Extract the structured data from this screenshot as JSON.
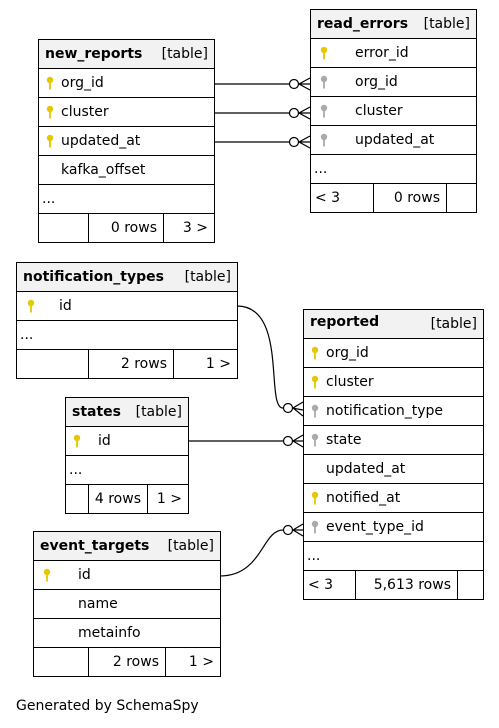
{
  "footer_text": "Generated by SchemaSpy",
  "tables": {
    "new_reports": {
      "name": "new_reports",
      "label": "[table]",
      "columns": [
        "org_id",
        "cluster",
        "updated_at",
        "kafka_offset"
      ],
      "ellipsis": "...",
      "rows": "0 rows",
      "children": "3 >"
    },
    "read_errors": {
      "name": "read_errors",
      "label": "[table]",
      "columns": [
        "error_id",
        "org_id",
        "cluster",
        "updated_at"
      ],
      "ellipsis": "...",
      "parents": "< 3",
      "rows": "0 rows"
    },
    "notification_types": {
      "name": "notification_types",
      "label": "[table]",
      "columns": [
        "id"
      ],
      "ellipsis": "...",
      "rows": "2 rows",
      "children": "1 >"
    },
    "reported": {
      "name": "reported",
      "label": "[table]",
      "columns": [
        "org_id",
        "cluster",
        "notification_type",
        "state",
        "updated_at",
        "notified_at",
        "event_type_id"
      ],
      "ellipsis": "...",
      "parents": "< 3",
      "rows": "5,613 rows"
    },
    "states": {
      "name": "states",
      "label": "[table]",
      "columns": [
        "id"
      ],
      "ellipsis": "...",
      "rows": "4 rows",
      "children": "1 >"
    },
    "event_targets": {
      "name": "event_targets",
      "label": "[table]",
      "columns": [
        "id",
        "name",
        "metainfo"
      ],
      "rows": "2 rows",
      "children": "1 >"
    }
  },
  "colors": {
    "primary_key": "#e6c700",
    "foreign_key": "#aaaaaa",
    "header_bg": "#f2f2f2"
  }
}
